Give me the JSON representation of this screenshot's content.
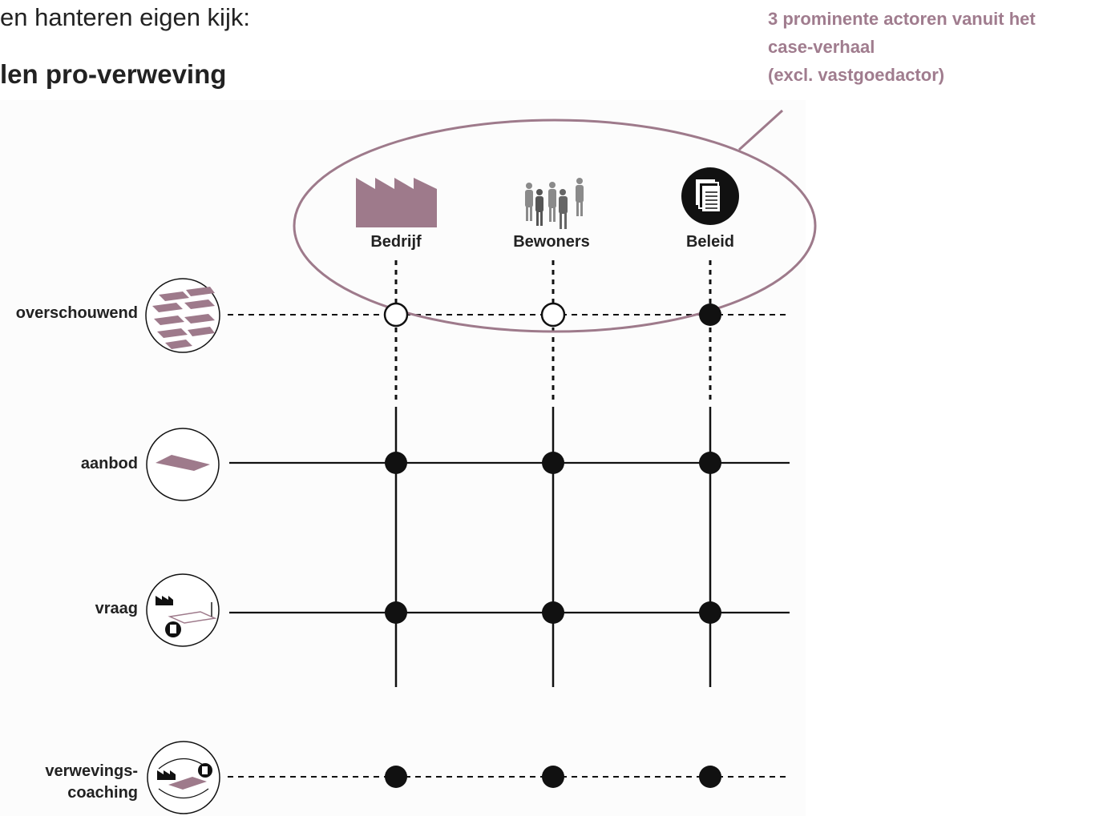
{
  "header": {
    "line1": "en hanteren eigen kijk:",
    "line2": "len pro-verweving"
  },
  "annotation": {
    "lines": [
      "3 prominente actoren vanuit het",
      "case-verhaal",
      "(excl. vastgoedactor)"
    ],
    "color": "#a07c8e"
  },
  "actors": [
    {
      "label": "Bedrijf",
      "icon": "factory-icon"
    },
    {
      "label": "Bewoners",
      "icon": "people-icon"
    },
    {
      "label": "Beleid",
      "icon": "document-icon"
    }
  ],
  "rows": [
    {
      "label": "overschouwend",
      "icon": "stacked-layers-icon"
    },
    {
      "label": "aanbod",
      "icon": "single-layer-icon"
    },
    {
      "label": "vraag",
      "icon": "demand-icon"
    },
    {
      "label_lines": [
        "verwevings-",
        "coaching"
      ],
      "icon": "coaching-icon"
    }
  ],
  "colors": {
    "accent": "#9e7a8b",
    "ink": "#111111"
  }
}
